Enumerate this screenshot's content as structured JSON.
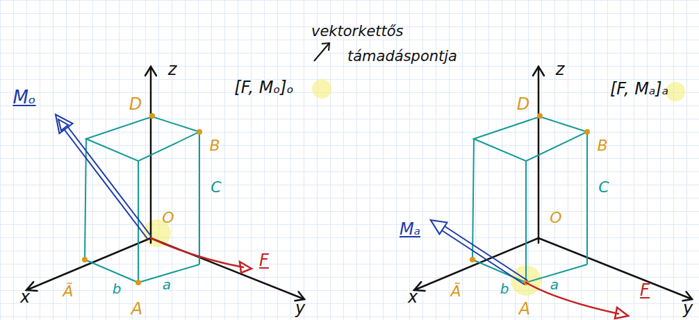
{
  "diagram": {
    "labels": [
      "vektorkettős támadáspontja",
      "[F, Mₒ]ₒ",
      "z",
      "x",
      "y",
      "D",
      "B",
      "C",
      "O",
      "Ã",
      "b",
      "A",
      "a",
      "Mₒ",
      "F",
      "[F, Mₐ]ₐ",
      "z",
      "x",
      "y",
      "D",
      "B",
      "C",
      "O",
      "Ã",
      "b",
      "A",
      "a",
      "Mₐ",
      "F"
    ]
  }
}
